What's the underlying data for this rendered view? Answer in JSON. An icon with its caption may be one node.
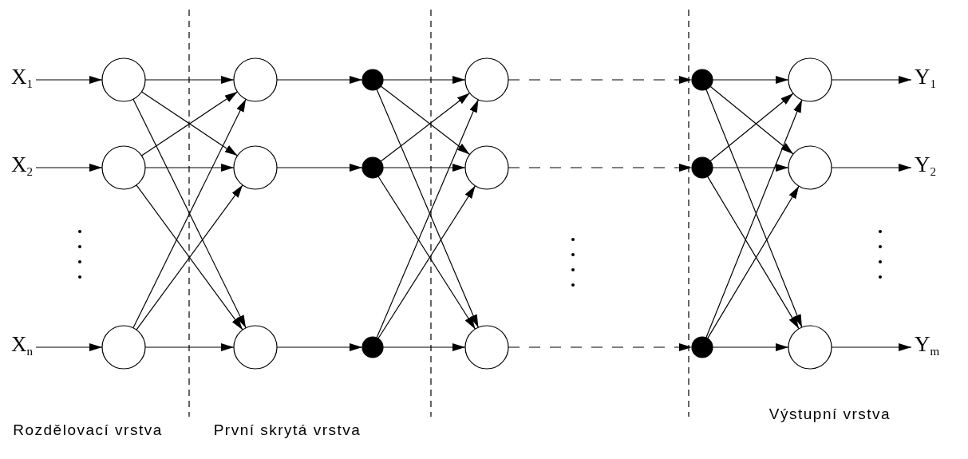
{
  "diagram": {
    "nodes": [
      {
        "text": [
          "X$_{1}$"
        ]
      },
      {
        "text": [
          "X$_{2}$"
        ]
      },
      {
        "text": [
          "X$_{n}$"
        ]
      },
      {
        "text": [],
        "shape": "circle"
      },
      {
        "text": [],
        "shape": "circle"
      },
      {
        "text": [],
        "shape": "circle"
      },
      {
        "text": [],
        "shape": "circle"
      },
      {
        "text": [],
        "shape": "circle"
      },
      {
        "text": [],
        "shape": "circle"
      },
      {
        "text": [],
        "shape": "circle"
      },
      {
        "text": [],
        "shape": "circle"
      },
      {
        "text": [],
        "shape": "circle"
      },
      {
        "text": [],
        "shape": "circle"
      },
      {
        "text": [],
        "shape": "circle"
      },
      {
        "text": [],
        "shape": "circle"
      },
      {
        "text": [],
        "shape": "circle"
      },
      {
        "text": [],
        "shape": "circle"
      },
      {
        "text": [],
        "shape": "circle"
      },
      {
        "text": [],
        "shape": "circle"
      },
      {
        "text": [],
        "shape": "circle"
      },
      {
        "text": [],
        "shape": "circle"
      },
      {
        "text": [
          "Y$_{1}$"
        ]
      },
      {
        "text": [
          "Y$_{2}$"
        ]
      },
      {
        "text": [
          "Y$_{m}$"
        ]
      }
    ],
    "edges": [
      {
        "from": 0,
        "to": 3,
        "arrow": "to"
      },
      {
        "from": 1,
        "to": 4,
        "arrow": "to"
      },
      {
        "from": 2,
        "to": 5,
        "arrow": "to"
      },
      {
        "from": 3,
        "to": 6,
        "arrow": "to"
      },
      {
        "from": 3,
        "to": 7,
        "arrow": "to"
      },
      {
        "from": 3,
        "to": 8,
        "arrow": "to"
      },
      {
        "from": 4,
        "to": 6,
        "arrow": "to"
      },
      {
        "from": 4,
        "to": 7,
        "arrow": "to"
      },
      {
        "from": 4,
        "to": 8,
        "arrow": "to"
      },
      {
        "from": 5,
        "to": 6,
        "arrow": "to"
      },
      {
        "from": 5,
        "to": 7,
        "arrow": "to"
      },
      {
        "from": 5,
        "to": 8,
        "arrow": "to"
      },
      {
        "from": 6,
        "to": 9,
        "arrow": "to"
      },
      {
        "from": 7,
        "to": 10,
        "arrow": "to"
      },
      {
        "from": 8,
        "to": 11,
        "arrow": "to"
      },
      {
        "from": 9,
        "to": 12,
        "arrow": "to"
      },
      {
        "from": 9,
        "to": 13,
        "arrow": "to"
      },
      {
        "from": 9,
        "to": 14,
        "arrow": "to"
      },
      {
        "from": 10,
        "to": 12,
        "arrow": "to"
      },
      {
        "from": 10,
        "to": 13,
        "arrow": "to"
      },
      {
        "from": 10,
        "to": 14,
        "arrow": "to"
      },
      {
        "from": 11,
        "to": 12,
        "arrow": "to"
      },
      {
        "from": 11,
        "to": 13,
        "arrow": "to"
      },
      {
        "from": 11,
        "to": 14,
        "arrow": "to"
      },
      {
        "from": 12,
        "to": 15,
        "arrow": "to",
        "style": "dashed"
      },
      {
        "from": 13,
        "to": 16,
        "arrow": "to",
        "style": "dashed"
      },
      {
        "from": 14,
        "to": 17,
        "arrow": "to",
        "style": "dashed"
      },
      {
        "from": 15,
        "to": 18,
        "arrow": "to"
      },
      {
        "from": 15,
        "to": 19,
        "arrow": "to"
      },
      {
        "from": 15,
        "to": 20,
        "arrow": "to"
      },
      {
        "from": 16,
        "to": 18,
        "arrow": "to"
      },
      {
        "from": 16,
        "to": 19,
        "arrow": "to"
      },
      {
        "from": 16,
        "to": 20,
        "arrow": "to"
      },
      {
        "from": 17,
        "to": 18,
        "arrow": "to"
      },
      {
        "from": 17,
        "to": 19,
        "arrow": "to"
      },
      {
        "from": 17,
        "to": 20,
        "arrow": "to"
      },
      {
        "from": 18,
        "to": 21,
        "arrow": "to"
      },
      {
        "from": 19,
        "to": 22,
        "arrow": "to"
      },
      {
        "from": 20,
        "to": 23,
        "arrow": "to"
      }
    ],
    "labels": [
      "Rozdělovací vrstva",
      "První skrytá vrstva",
      "Výstupní vrstva"
    ]
  }
}
